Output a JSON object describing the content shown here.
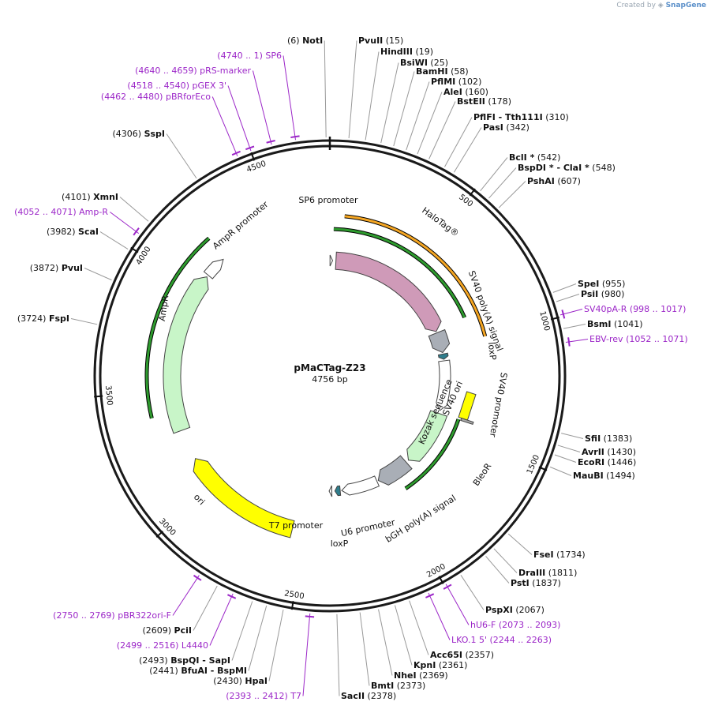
{
  "credit": {
    "prefix": "Created by",
    "brand": "SnapGene"
  },
  "plasmid": {
    "name": "pMaCTag-Z23",
    "length_bp": 4756,
    "length_label": "4756 bp"
  },
  "colors": {
    "backbone": "#1a1a1a",
    "primer": "#9c27c8",
    "halotag": "#cf9ab8",
    "promoter": "#ffffff",
    "polya": "#a9aeb6",
    "loxp": "#2e7d8c",
    "resistance": "#c8f5c8",
    "ori": "#ffff00",
    "bar_green": "#2e9b2e",
    "bar_orange": "#f5a623"
  },
  "ticks": [
    {
      "pos": 500,
      "label": "500"
    },
    {
      "pos": 1000,
      "label": "1000"
    },
    {
      "pos": 1500,
      "label": "1500"
    },
    {
      "pos": 2000,
      "label": "2000"
    },
    {
      "pos": 2500,
      "label": "2500"
    },
    {
      "pos": 3000,
      "label": "3000"
    },
    {
      "pos": 3500,
      "label": "3500"
    },
    {
      "pos": 4000,
      "label": "4000"
    },
    {
      "pos": 4500,
      "label": "4500"
    }
  ],
  "features": [
    {
      "name": "SP6 promoter",
      "start": 1,
      "end": 18,
      "type": "promoter",
      "ring": 146,
      "label": "SP6 promoter"
    },
    {
      "name": "HaloTag",
      "start": 40,
      "end": 890,
      "type": "cds",
      "ring": 146,
      "label": "HaloTag®"
    },
    {
      "name": "SV40 poly(A) signal",
      "start": 900,
      "end": 1035,
      "type": "polya",
      "ring": 146,
      "label": "SV40 poly(A) signal"
    },
    {
      "name": "loxP",
      "start": 1045,
      "end": 1080,
      "type": "loxp",
      "ring": 146,
      "label": "loxP"
    },
    {
      "name": "SV40 promoter",
      "start": 1090,
      "end": 1420,
      "type": "promoter",
      "ring": 146,
      "label": "SV40 promoter"
    },
    {
      "name": "BleoR",
      "start": 1440,
      "end": 1810,
      "type": "resistance",
      "ring": 146,
      "label": "BleoR"
    },
    {
      "name": "bGH poly(A) signal",
      "start": 1830,
      "end": 2050,
      "type": "polya",
      "ring": 146,
      "label": "bGH poly(A) signal"
    },
    {
      "name": "U6 promoter",
      "start": 2060,
      "end": 2300,
      "type": "promoter",
      "ring": 146,
      "label": "U6 promoter"
    },
    {
      "name": "loxP 2",
      "start": 2310,
      "end": 2345,
      "type": "loxp",
      "ring": 146,
      "label": "loxP"
    },
    {
      "name": "T7 promoter",
      "start": 2365,
      "end": 2383,
      "type": "promoter",
      "ring": 146,
      "label": "T7 promoter"
    },
    {
      "name": "ori",
      "start": 2560,
      "end": 3150,
      "type": "ori",
      "ring": 200,
      "label": "ori"
    },
    {
      "name": "AmpR",
      "start": 3300,
      "end": 4080,
      "type": "resistance",
      "ring": 200,
      "label": "AmpR"
    },
    {
      "name": "AmpR promoter",
      "start": 4090,
      "end": 4195,
      "type": "promoter",
      "ring": 200,
      "label": "AmpR promoter"
    },
    {
      "name": "Kozak sequence",
      "start": 1,
      "end": 1,
      "type": "kozak",
      "label": "Kozak sequence"
    },
    {
      "name": "SV40 ori",
      "start": 1,
      "end": 1,
      "type": "ori_small",
      "label": "SV40 ori"
    }
  ],
  "bars": [
    {
      "name": "halotag-bar",
      "start": 20,
      "end": 880,
      "ring": 186,
      "color": "#2e9b2e"
    },
    {
      "name": "orange-bar",
      "start": 70,
      "end": 1000,
      "ring": 203,
      "color": "#f5a623"
    },
    {
      "name": "bleor-bar",
      "start": 1435,
      "end": 1930,
      "ring": 172,
      "color": "#2e9b2e"
    },
    {
      "name": "ampr-bar",
      "start": 3390,
      "end": 4210,
      "ring": 232,
      "color": "#2e9b2e"
    }
  ],
  "sites_right": [
    {
      "name": "NotI",
      "pos": "6"
    },
    {
      "name": "PvuII",
      "pos": "15"
    },
    {
      "name": "HindIII",
      "pos": "19"
    },
    {
      "name": "BsiWI",
      "pos": "25"
    },
    {
      "name": "BamHI",
      "pos": "58"
    },
    {
      "name": "PflMI",
      "pos": "102"
    },
    {
      "name": "AleI",
      "pos": "160"
    },
    {
      "name": "BstEII",
      "pos": "178"
    },
    {
      "name": "PflFI - Tth111I",
      "pos": "310"
    },
    {
      "name": "PasI",
      "pos": "342"
    },
    {
      "name": "BclI *",
      "pos": "542"
    },
    {
      "name": "BspDI * - ClaI *",
      "pos": "548"
    },
    {
      "name": "PshAI",
      "pos": "607"
    },
    {
      "name": "SpeI",
      "pos": "955"
    },
    {
      "name": "PsiI",
      "pos": "980"
    },
    {
      "name": "BsmI",
      "pos": "1041"
    },
    {
      "name": "SfiI",
      "pos": "1383"
    },
    {
      "name": "AvrII",
      "pos": "1430"
    },
    {
      "name": "EcoRI",
      "pos": "1446"
    },
    {
      "name": "MauBI",
      "pos": "1494"
    },
    {
      "name": "FseI",
      "pos": "1734"
    },
    {
      "name": "DraIII",
      "pos": "1811"
    },
    {
      "name": "PstI",
      "pos": "1837"
    },
    {
      "name": "PspXI",
      "pos": "2067"
    },
    {
      "name": "Acc65I",
      "pos": "2357"
    },
    {
      "name": "KpnI",
      "pos": "2361"
    },
    {
      "name": "NheI",
      "pos": "2369"
    },
    {
      "name": "BmtI",
      "pos": "2373"
    },
    {
      "name": "SacII",
      "pos": "2378"
    }
  ],
  "sites_left": [
    {
      "name": "SspI",
      "pos": "4306"
    },
    {
      "name": "XmnI",
      "pos": "4101"
    },
    {
      "name": "ScaI",
      "pos": "3982"
    },
    {
      "name": "PvuI",
      "pos": "3872"
    },
    {
      "name": "FspI",
      "pos": "3724"
    },
    {
      "name": "PciI",
      "pos": "2609"
    },
    {
      "name": "BspQI - SapI",
      "pos": "2493"
    },
    {
      "name": "BfuAI - BspMI",
      "pos": "2441"
    },
    {
      "name": "HpaI",
      "pos": "2430"
    }
  ],
  "primers": [
    {
      "name": "SP6",
      "range": "4740 .. 1"
    },
    {
      "name": "pRS-marker",
      "range": "4640 .. 4659"
    },
    {
      "name": "pGEX 3'",
      "range": "4518 .. 4540"
    },
    {
      "name": "pBRforEco",
      "range": "4462 .. 4480"
    },
    {
      "name": "Amp-R",
      "range": "4052 .. 4071"
    },
    {
      "name": "SV40pA-R",
      "range": "998 .. 1017"
    },
    {
      "name": "EBV-rev",
      "range": "1052 .. 1071"
    },
    {
      "name": "hU6-F",
      "range": "2073 .. 2093"
    },
    {
      "name": "LKO.1 5'",
      "range": "2244 .. 2263"
    },
    {
      "name": "pBR322ori-F",
      "range": "2750 .. 2769"
    },
    {
      "name": "L4440",
      "range": "2499 .. 2516"
    },
    {
      "name": "T7",
      "range": "2393 .. 2412"
    }
  ]
}
